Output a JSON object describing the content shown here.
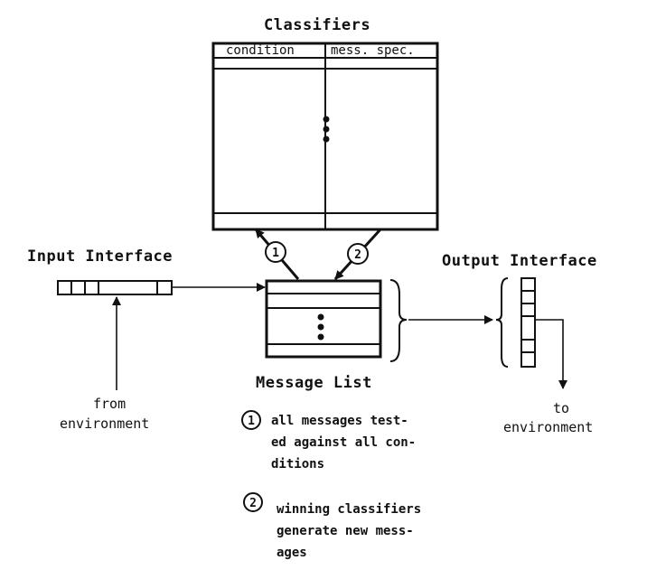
{
  "diagram": {
    "classifiers": {
      "title": "Classifiers",
      "col_condition": "condition",
      "col_mess_spec": "mess. spec."
    },
    "input_interface": {
      "title": "Input Interface"
    },
    "output_interface": {
      "title": "Output Interface"
    },
    "message_list": {
      "title": "Message List"
    },
    "from_environment": {
      "line1": "from",
      "line2": "environment"
    },
    "to_environment": {
      "line1": "to",
      "line2": "environment"
    },
    "markers": {
      "one": "1",
      "two": "2"
    },
    "notes": [
      {
        "marker": "1",
        "lines": [
          "all messages test-",
          "ed against all con-",
          "ditions"
        ]
      },
      {
        "marker": "2",
        "lines": [
          "winning classifiers",
          "generate new mess-",
          "ages"
        ]
      }
    ],
    "colors": {
      "ink": "#111111",
      "paper": "#ffffff"
    }
  }
}
